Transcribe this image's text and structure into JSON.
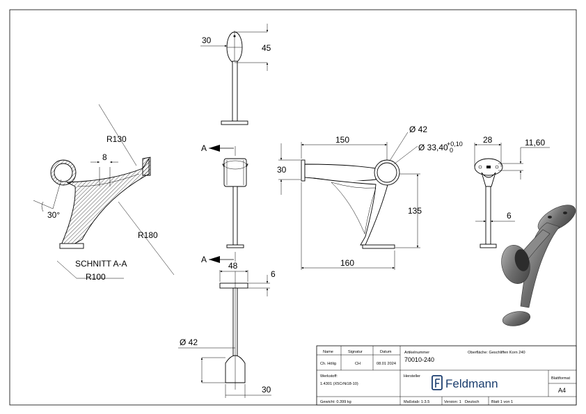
{
  "views": {
    "top": {
      "width": "30",
      "height": "45"
    },
    "left": {
      "section_marker": "A"
    },
    "bottom": {
      "width": "48",
      "thickness": "6",
      "diameter": "Ø 42",
      "end_width": "30"
    },
    "front": {
      "span": "150",
      "reach": "160",
      "height": "135",
      "top_left": "30",
      "pipe_dia": "Ø 42",
      "pipe_bore": "Ø 33,40",
      "tol_upper": "+0,10",
      "tol_lower": "0"
    },
    "side": {
      "width": "28",
      "offset": "11,60",
      "thickness": "6"
    },
    "section": {
      "title": "SCHNITT A-A",
      "r130": "R130",
      "r180": "R180",
      "r100": "R100",
      "wall": "8",
      "angle": "30°"
    }
  },
  "title_block": {
    "headers": {
      "name": "Name",
      "signature": "Signatur",
      "date": "Datum"
    },
    "row": {
      "name": "Ch. Hölig",
      "signature": "CH",
      "date": "08.01 2024"
    },
    "material_label": "Werkstoff:",
    "material_value": "1.4301 (X5CrNi18-10)",
    "weight": "Gewicht: 0.399 kg",
    "article_label": "Artikelnummer",
    "article_value": "70010-240",
    "surface": "Oberfläche:  Geschliffen Korn 240",
    "manufacturer_label": "Hersteller",
    "logo": "Feldmann",
    "sheet_format_label": "Blattformat",
    "sheet_format_value": "A4",
    "scale": "Maßstab: 1:3.5",
    "version": "Version: 1",
    "language": "Deutsch",
    "sheet": "Blatt 1 von 1"
  }
}
